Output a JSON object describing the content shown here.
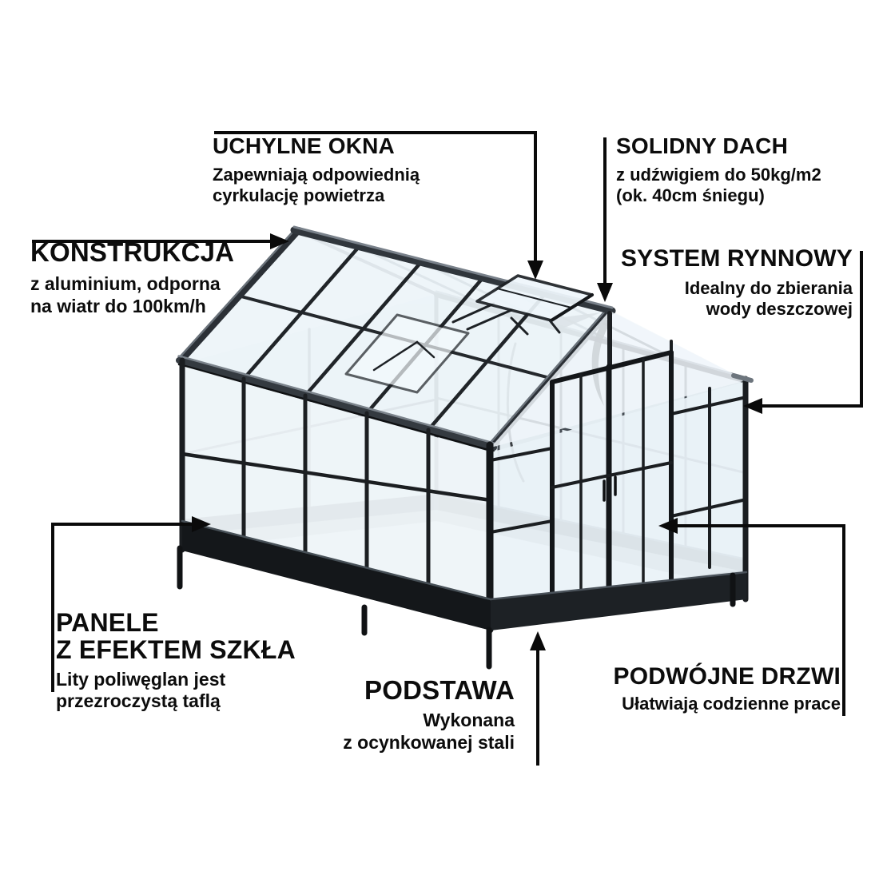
{
  "illustration": {
    "subject": "greenhouse-3d-wireframe",
    "background": "#ffffff"
  },
  "colors": {
    "text": "#0c0c0c",
    "connector": "#0a0a0a",
    "frame_dark": "#17191c",
    "frame_mid": "#2e3338",
    "frame_highlight": "#79818a",
    "glass_light": "#eef4f8",
    "glass_mid": "#e2ebf1",
    "base_dark": "#14171a"
  },
  "labels": {
    "uchylne_okna": {
      "title": "UCHYLNE OKNA",
      "line1": "Zapewniają odpowiednią",
      "line2": "cyrkulację powietrza"
    },
    "solidny_dach": {
      "title": "SOLIDNY DACH",
      "line1": "z udźwigiem do 50kg/m2",
      "line2": "(ok. 40cm śniegu)"
    },
    "konstrukcja": {
      "title": "KONSTRUKCJA",
      "line1": "z aluminium, odporna",
      "line2": "na wiatr do 100km/h"
    },
    "system_rynnowy": {
      "title": "SYSTEM RYNNOWY",
      "line1": "Idealny do zbierania",
      "line2": "wody deszczowej"
    },
    "panele": {
      "title": "PANELE",
      "title2": "Z EFEKTEM SZKŁA",
      "line1": "Lity poliwęglan jest",
      "line2": "przezroczystą taflą"
    },
    "podstawa": {
      "title": "PODSTAWA",
      "line1": "Wykonana",
      "line2": "z ocynkowanej stali"
    },
    "podwojne_drzwi": {
      "title": "PODWÓJNE DRZWI",
      "line1": "Ułatwiają codzienne prace"
    }
  }
}
